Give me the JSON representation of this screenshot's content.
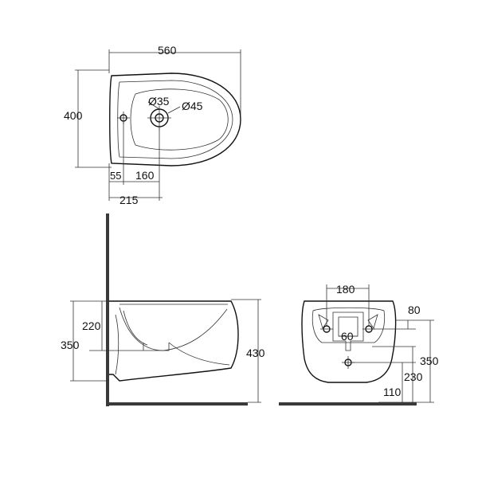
{
  "top_view": {
    "width": "560",
    "depth": "400",
    "hole_small": "Ø35",
    "hole_large": "Ø45",
    "offset_a": "55",
    "offset_b": "160",
    "offset_c": "215"
  },
  "side_view": {
    "dim_220": "220",
    "dim_350": "350",
    "dim_430": "430"
  },
  "rear_view": {
    "dim_180": "180",
    "dim_80": "80",
    "dim_60": "60",
    "dim_350": "350",
    "dim_230": "230",
    "dim_110": "110"
  }
}
